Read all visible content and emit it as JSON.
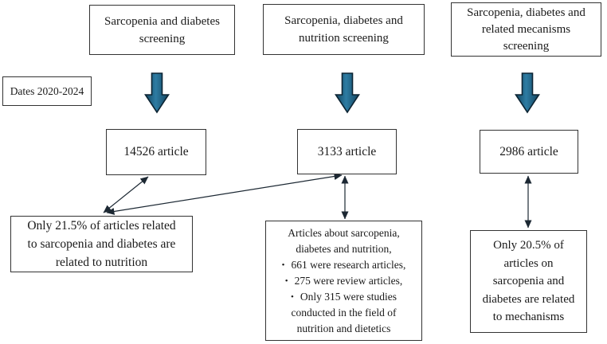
{
  "figure": {
    "top_boxes": [
      {
        "lines": [
          "Sarcopenia and diabetes",
          "screening"
        ]
      },
      {
        "lines": [
          "Sarcopenia, diabetes and",
          "nutrition screening"
        ]
      },
      {
        "lines": [
          "Sarcopenia, diabetes and",
          "related mecanisms",
          "screening"
        ]
      }
    ],
    "dates_label": "Dates 2020-2024",
    "count_boxes": [
      {
        "label": "14526 article"
      },
      {
        "label": "3133 article"
      },
      {
        "label": "2986 article"
      }
    ],
    "result_left": {
      "lines": [
        "Only 21.5% of articles related",
        "to sarcopenia and diabetes are",
        "related to nutrition"
      ]
    },
    "result_center": {
      "lines": [
        {
          "bullet": "",
          "text": "Articles about sarcopenia,"
        },
        {
          "bullet": "",
          "text": "diabetes and nutrition,"
        },
        {
          "bullet": "•",
          "text": "661 were research articles,"
        },
        {
          "bullet": "•",
          "text": "275 were review articles,"
        },
        {
          "bullet": "•",
          "text": "Only 315 were studies"
        },
        {
          "bullet": "",
          "text": "conducted in the field of"
        },
        {
          "bullet": "",
          "text": "nutrition and dietetics"
        }
      ]
    },
    "result_right": {
      "lines": [
        "Only 20.5% of",
        "articles on",
        "sarcopenia and",
        "diabetes are related",
        "to mechanisms"
      ]
    },
    "colors": {
      "arrow_fill_edge": "#14455f",
      "arrow_fill_center": "#2d7ca3",
      "arrow_outline": "#0d2433",
      "connector": "#1c2833",
      "box_border": "#333333",
      "text": "#1a1a1a",
      "background": "#ffffff"
    }
  }
}
